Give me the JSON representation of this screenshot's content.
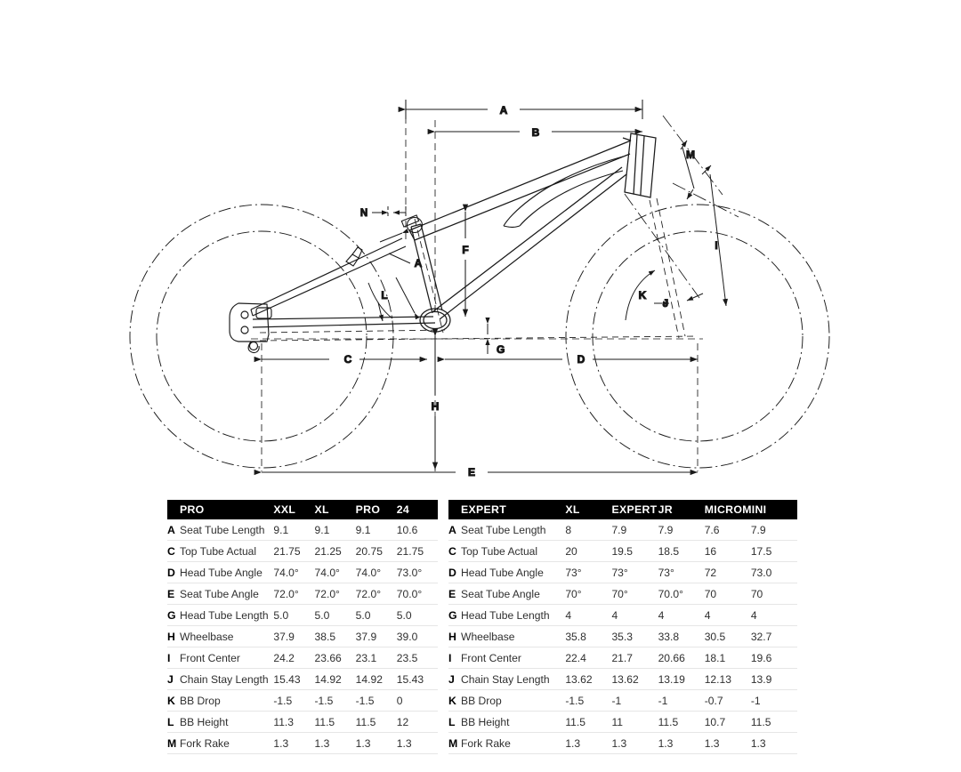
{
  "diagram": {
    "title": "bicycle-frame-geometry-drawing",
    "dimension_labels": [
      "A",
      "B",
      "N",
      "A",
      "F",
      "L",
      "C",
      "G",
      "D",
      "H",
      "E",
      "M",
      "I",
      "J",
      "K"
    ],
    "callouts": {
      "a_top": "A",
      "b_top": "B",
      "n": "N",
      "a_seat": "A",
      "f": "F",
      "l": "L",
      "c": "C",
      "g": "G",
      "d": "D",
      "h": "H",
      "e": "E",
      "m": "M",
      "i": "I",
      "j": "J",
      "k": "K"
    },
    "line_color": "#1a1a1a",
    "background": "#ffffff"
  },
  "tables": [
    {
      "id": "pro-table",
      "headers": [
        "PRO",
        "XXL",
        "XL",
        "PRO",
        "24"
      ],
      "rows": [
        {
          "key": "A",
          "label": "Seat Tube Length",
          "values": [
            "9.1",
            "9.1",
            "9.1",
            "10.6"
          ]
        },
        {
          "key": "C",
          "label": "Top Tube Actual",
          "values": [
            "21.75",
            "21.25",
            "20.75",
            "21.75"
          ]
        },
        {
          "key": "D",
          "label": "Head Tube Angle",
          "values": [
            "74.0°",
            "74.0°",
            "74.0°",
            "73.0°"
          ]
        },
        {
          "key": "E",
          "label": "Seat Tube Angle",
          "values": [
            "72.0°",
            "72.0°",
            "72.0°",
            "70.0°"
          ]
        },
        {
          "key": "G",
          "label": "Head Tube Length",
          "values": [
            "5.0",
            "5.0",
            "5.0",
            "5.0"
          ]
        },
        {
          "key": "H",
          "label": "Wheelbase",
          "values": [
            "37.9",
            "38.5",
            "37.9",
            "39.0"
          ]
        },
        {
          "key": "I",
          "label": "Front Center",
          "values": [
            "24.2",
            "23.66",
            "23.1",
            "23.5"
          ]
        },
        {
          "key": "J",
          "label": "Chain Stay Length",
          "values": [
            "15.43",
            "14.92",
            "14.92",
            "15.43"
          ]
        },
        {
          "key": "K",
          "label": "BB Drop",
          "values": [
            "-1.5",
            "-1.5",
            "-1.5",
            "0"
          ]
        },
        {
          "key": "L",
          "label": "BB Height",
          "values": [
            "11.3",
            "11.5",
            "11.5",
            "12"
          ]
        },
        {
          "key": "M",
          "label": "Fork Rake",
          "values": [
            "1.3",
            "1.3",
            "1.3",
            "1.3"
          ]
        }
      ]
    },
    {
      "id": "expert-table",
      "headers": [
        "EXPERT",
        "XL",
        "EXPERT",
        "JR",
        "MICROMINI"
      ],
      "rows": [
        {
          "key": "A",
          "label": "Seat Tube Length",
          "values": [
            "8",
            "7.9",
            "7.9",
            "7.6",
            "7.9"
          ]
        },
        {
          "key": "C",
          "label": "Top Tube Actual",
          "values": [
            "20",
            "19.5",
            "18.5",
            "16",
            "17.5"
          ]
        },
        {
          "key": "D",
          "label": "Head Tube Angle",
          "values": [
            "73°",
            "73°",
            "73°",
            "72",
            "73.0"
          ]
        },
        {
          "key": "E",
          "label": "Seat Tube Angle",
          "values": [
            "70°",
            "70°",
            "70.0°",
            "70",
            "70"
          ]
        },
        {
          "key": "G",
          "label": "Head Tube Length",
          "values": [
            "4",
            "4",
            "4",
            "4",
            "4"
          ]
        },
        {
          "key": "H",
          "label": "Wheelbase",
          "values": [
            "35.8",
            "35.3",
            "33.8",
            "30.5",
            "32.7"
          ]
        },
        {
          "key": "I",
          "label": "Front Center",
          "values": [
            "22.4",
            "21.7",
            "20.66",
            "18.1",
            "19.6"
          ]
        },
        {
          "key": "J",
          "label": "Chain Stay Length",
          "values": [
            "13.62",
            "13.62",
            "13.19",
            "12.13",
            "13.9"
          ]
        },
        {
          "key": "K",
          "label": "BB Drop",
          "values": [
            "-1.5",
            "-1",
            "-1",
            "-0.7",
            "-1"
          ]
        },
        {
          "key": "L",
          "label": "BB Height",
          "values": [
            "11.5",
            "11",
            "11.5",
            "10.7",
            "11.5"
          ]
        },
        {
          "key": "M",
          "label": "Fork Rake",
          "values": [
            "1.3",
            "1.3",
            "1.3",
            "1.3",
            "1.3"
          ]
        }
      ]
    }
  ]
}
